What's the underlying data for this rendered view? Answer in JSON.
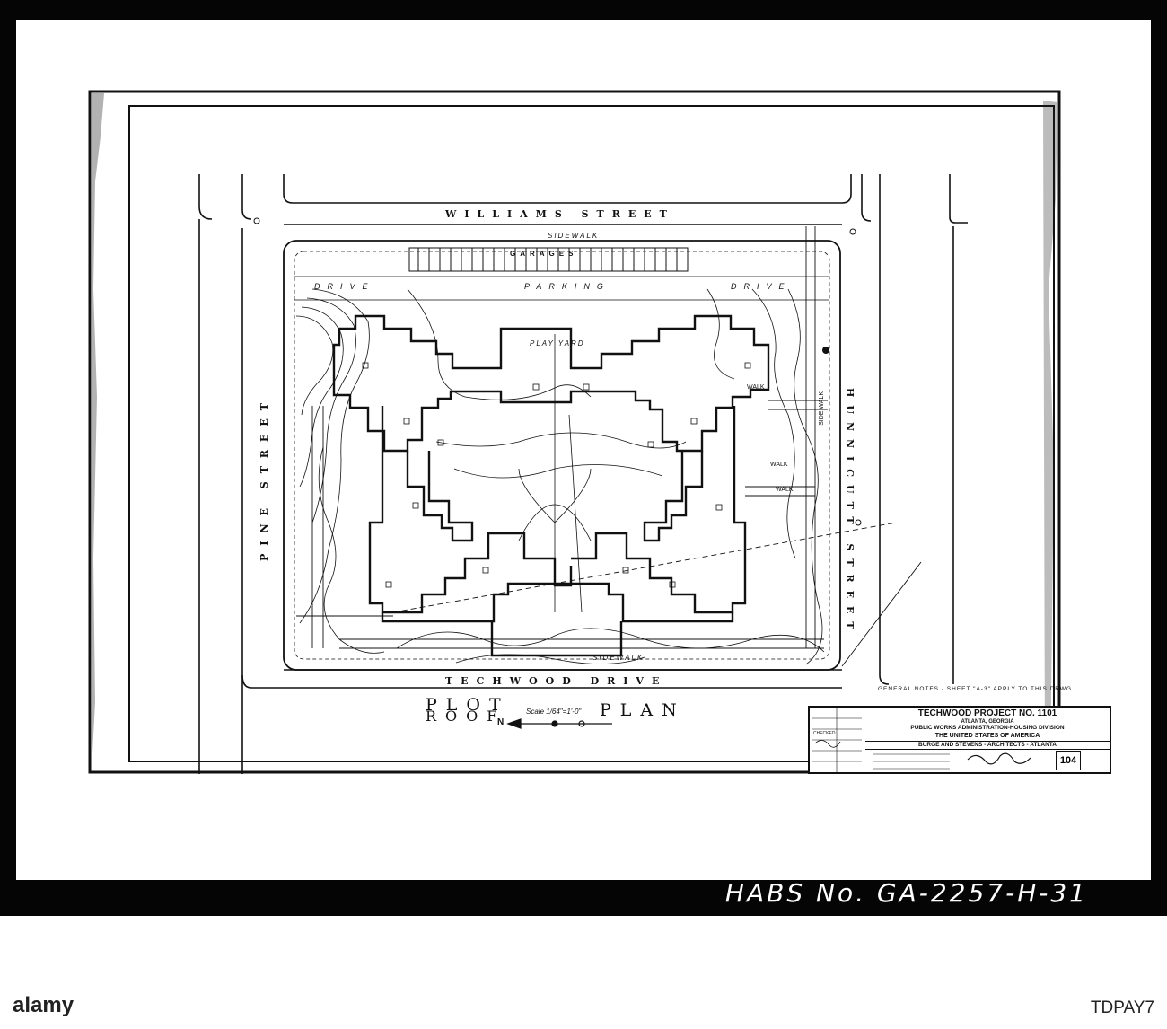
{
  "streets": {
    "north": "WILLIAMS STREET",
    "south": "TECHWOOD DRIVE",
    "west": "PINE STREET",
    "east": "HUNNICUTT STREET"
  },
  "drive_labels": [
    "DRIVE",
    "PARKING",
    "DRIVE"
  ],
  "garages_label": "GARAGES",
  "sidewalk_label": "SIDEWALK",
  "walk_labels": [
    "WALK",
    "WALK",
    "WALK",
    "SIDE WALK"
  ],
  "play_yard_label": "PLAY YARD",
  "plot_plan": {
    "plot": "PLOT",
    "roof_overlay": "ROOF",
    "plan": "PLAN"
  },
  "scale_text": "Scale 1/64\"=1'-0\"",
  "north_arrow": "N",
  "general_notes": "GENERAL NOTES - SHEET \"A-3\" APPLY TO THIS DRWG.",
  "title_block": {
    "project": "TECHWOOD PROJECT NO. 1101",
    "location": "ATLANTA, GEORGIA",
    "agency": "PUBLIC WORKS ADMINISTRATION-HOUSING DIVISION",
    "country": "THE UNITED STATES OF AMERICA",
    "architects": "BURGE AND STEVENS - ARCHITECTS - ATLANTA",
    "sheet_number": "104",
    "checked_label": "CHECKED"
  },
  "habs_number": "HABS No. GA-2257-H-31",
  "watermark_text": "alamy",
  "stock_code": "TDPAY7",
  "colors": {
    "paper": "#ffffff",
    "ink": "#111111",
    "frame": "#050505"
  }
}
